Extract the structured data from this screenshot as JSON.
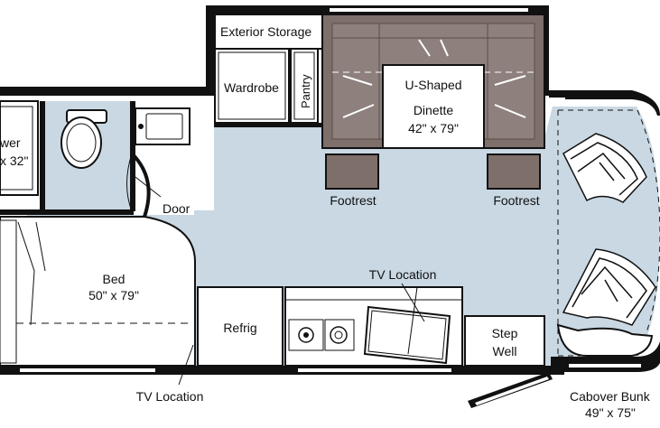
{
  "floorplan": {
    "labels": {
      "exterior_storage": "Exterior Storage",
      "wardrobe": "Wardrobe",
      "pantry": "Pantry",
      "dinette_name_1": "U-Shaped",
      "dinette_name_2": "Dinette",
      "dinette_size": "42\" x 79\"",
      "footrest_left": "Footrest",
      "footrest_right": "Footrest",
      "shower_name": "wer",
      "shower_size": "x 32\"",
      "door": "Door",
      "bed_name": "Bed",
      "bed_size": "50\" x 79\"",
      "tv_location_top": "TV Location",
      "refrig": "Refrig",
      "step_well_1": "Step",
      "step_well_2": "Well",
      "tv_location_bottom": "TV Location",
      "cabover_name": "Cabover Bunk",
      "cabover_size": "49\" x 75\""
    },
    "colors": {
      "floor": "#c9d8e3",
      "walls": "#111111",
      "upholstery": "#7e6f6b",
      "upholstery_light": "#8e807c",
      "cabinet": "#ffffff"
    }
  }
}
